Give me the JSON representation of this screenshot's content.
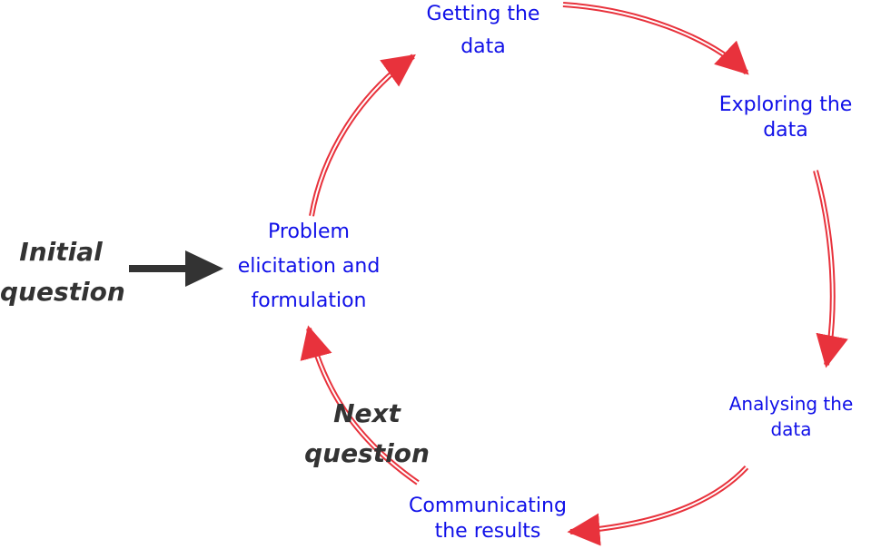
{
  "stages": {
    "problem": [
      "Problem",
      "elicitation and",
      "formulation"
    ],
    "getting": [
      "Getting the",
      "data"
    ],
    "exploring": [
      "Exploring the",
      "data"
    ],
    "analysing": [
      "Analysing the",
      "data"
    ],
    "communicating": [
      "Communicating",
      "the results"
    ]
  },
  "inputs": {
    "initial": [
      "Initial",
      "question"
    ],
    "next": [
      "Next",
      "question"
    ]
  },
  "colors": {
    "stage_text": "#1010e8",
    "cycle_arrow": "#e8323c",
    "input_arrow": "#333333",
    "question_text": "#333333"
  }
}
